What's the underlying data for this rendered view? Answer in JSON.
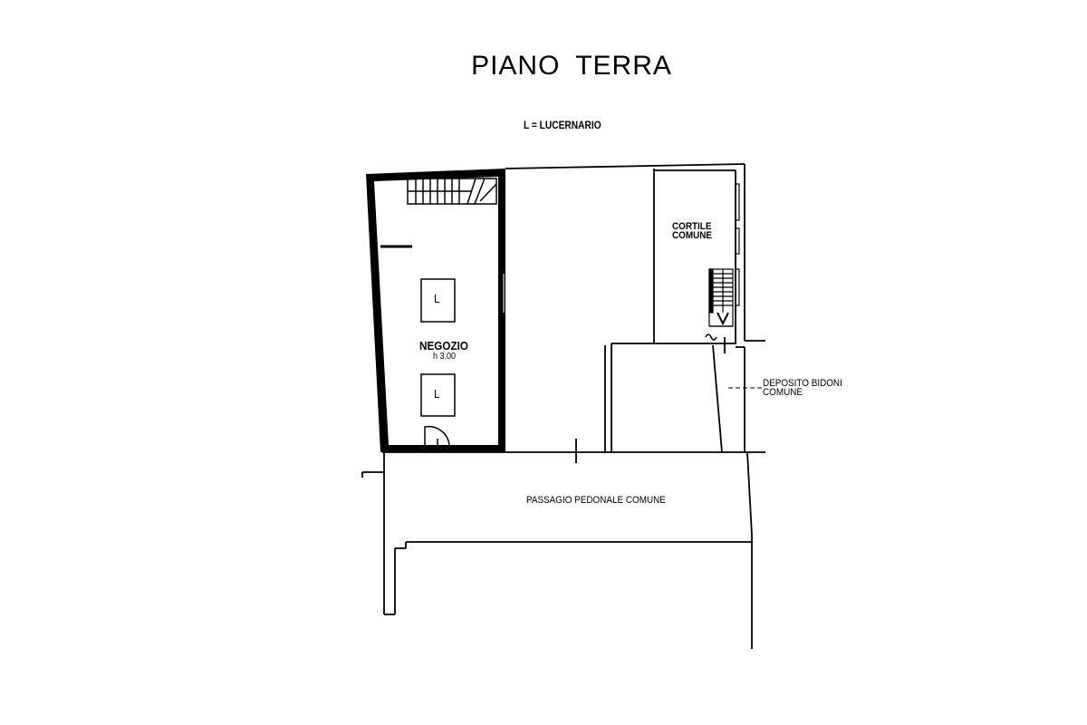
{
  "title": "PIANO  TERRA",
  "legend": "L = LUCERNARIO",
  "rooms": {
    "negozio": {
      "name": "NEGOZIO",
      "height": "h 3,00"
    },
    "skylight_label": "L",
    "cortile": [
      "CORTILE",
      "COMUNE"
    ],
    "deposito": [
      "DEPOSITO BIDONI",
      "COMUNE"
    ],
    "passaggio": "PASSAGIO PEDONALE COMUNE"
  }
}
